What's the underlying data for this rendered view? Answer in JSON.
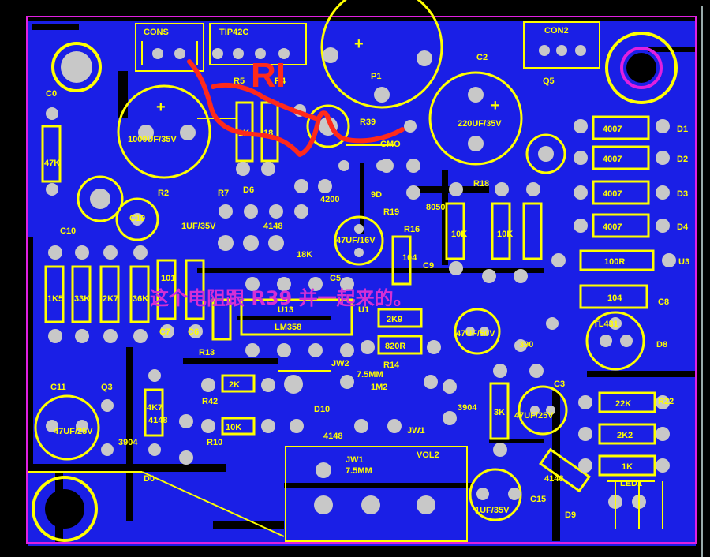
{
  "colors": {
    "background": "#000000",
    "copper": "#1a1fe6",
    "silkscreen": "#ffff00",
    "pad": "#c8c8c8",
    "outline": "#e020e0",
    "annotation": "#ff2a1a",
    "note": "#d52fd5"
  },
  "connectors": {
    "cons": "CONS",
    "tip42c": "TIP42C",
    "con2": "CON2",
    "vol2": "VOL2",
    "jw2": "JW2",
    "jw1_top": "JW1",
    "jw1_bottom": "JW1",
    "jw_75mm_top": "7.5MM",
    "jw_75mm_bottom": "7.5MM",
    "p1": "P1"
  },
  "capacitors": {
    "c0": "C0",
    "c2": "C2",
    "c2_value": "220UF/35V",
    "c4_value": "1000UF/35V",
    "c5": "C5",
    "c6": "C6",
    "c7": "C7",
    "c8": "C8",
    "c9": "C9",
    "c10": "C10",
    "c11": "C11",
    "c11_value": "47UF/25V",
    "c15": "C15",
    "c15_value": "1UF/35V",
    "c19": "C19",
    "c3": "C3",
    "c3_value": "47UF/25V",
    "c_47uf_50v": "47UF/50V",
    "c_47uf_16v": "47UF/16V",
    "c_390": "390",
    "c_101": "101",
    "c_104": "104",
    "c_1uf": "1UF/35V"
  },
  "resistors": {
    "r_4007_1": "4007",
    "r_4007_2": "4007",
    "r_4007_3": "4007",
    "r_4007_4": "4007",
    "r_100r": "100R",
    "r_104": "104",
    "r_22k": "22K",
    "r_2k2": "2K2",
    "r_1k": "1K",
    "r_2k": "2K",
    "r_10k": "10K",
    "r_10k_b": "10K",
    "r_10k_c": "10K",
    "r_2k9": "2K9",
    "r_820r": "820R",
    "r_18k": "18K",
    "r_1k5": "1K5",
    "r_33k": "33K",
    "r_2k7": "2K7",
    "r_36k": "36K",
    "r_47k": "47K",
    "r_1k_b": "1K",
    "r_18": "18",
    "r_3k": "3K",
    "r_4k7": "4K7",
    "r_1m2": "1M2"
  },
  "refs": {
    "q5": "Q5",
    "q3": "Q3",
    "d0": "D0",
    "d1": "D1",
    "d2": "D2",
    "d3": "D3",
    "d4": "D4",
    "d6": "D6",
    "d8": "D8",
    "d9": "D9",
    "d10": "D10",
    "r2": "R2",
    "r4": "R4",
    "r5": "R5",
    "r7": "R7",
    "r10": "R10",
    "r13": "R13",
    "r14": "R14",
    "r16": "R16",
    "r18": "R18",
    "r19": "R19",
    "r22": "R22",
    "r39": "R39",
    "r42": "R42",
    "u1": "U1",
    "u13": "U13",
    "u3": "U3",
    "led1": "LED1",
    "tl431": "TL431",
    "lm358": "LM358",
    "q_2n3904": "3904",
    "q_8050": "8050",
    "q_2n3904b": "3904",
    "q_4148": "4148",
    "q_4148b": "4148",
    "q_4148c": "4148",
    "q_4148d": "4148",
    "q_9d": "9D",
    "q_4200": "4200",
    "q_cmo": "CMO"
  },
  "annotations": {
    "handwritten_mark": "RI",
    "chinese_note": "这个电阻跟 R39 并一起来的。"
  }
}
